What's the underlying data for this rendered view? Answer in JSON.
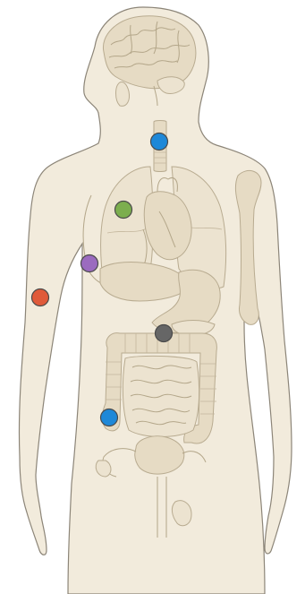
{
  "figure": {
    "background": "#ffffff",
    "body_color": "#f2ebdc",
    "organ_color": "#e6dbc4",
    "outline_color": "#8c8578"
  },
  "markers": [
    {
      "name": "thyroid-marker",
      "organ": "thyroid",
      "color": "#1e88d8"
    },
    {
      "name": "lung-marker",
      "organ": "lung",
      "color": "#7cae4e"
    },
    {
      "name": "breast-marker",
      "organ": "breast",
      "color": "#9b6bbf"
    },
    {
      "name": "arm-marker",
      "organ": "arm",
      "color": "#e05a3a"
    },
    {
      "name": "stomach-marker",
      "organ": "stomach",
      "color": "#666666"
    },
    {
      "name": "colon-marker",
      "organ": "colon",
      "color": "#1e88d8"
    }
  ]
}
